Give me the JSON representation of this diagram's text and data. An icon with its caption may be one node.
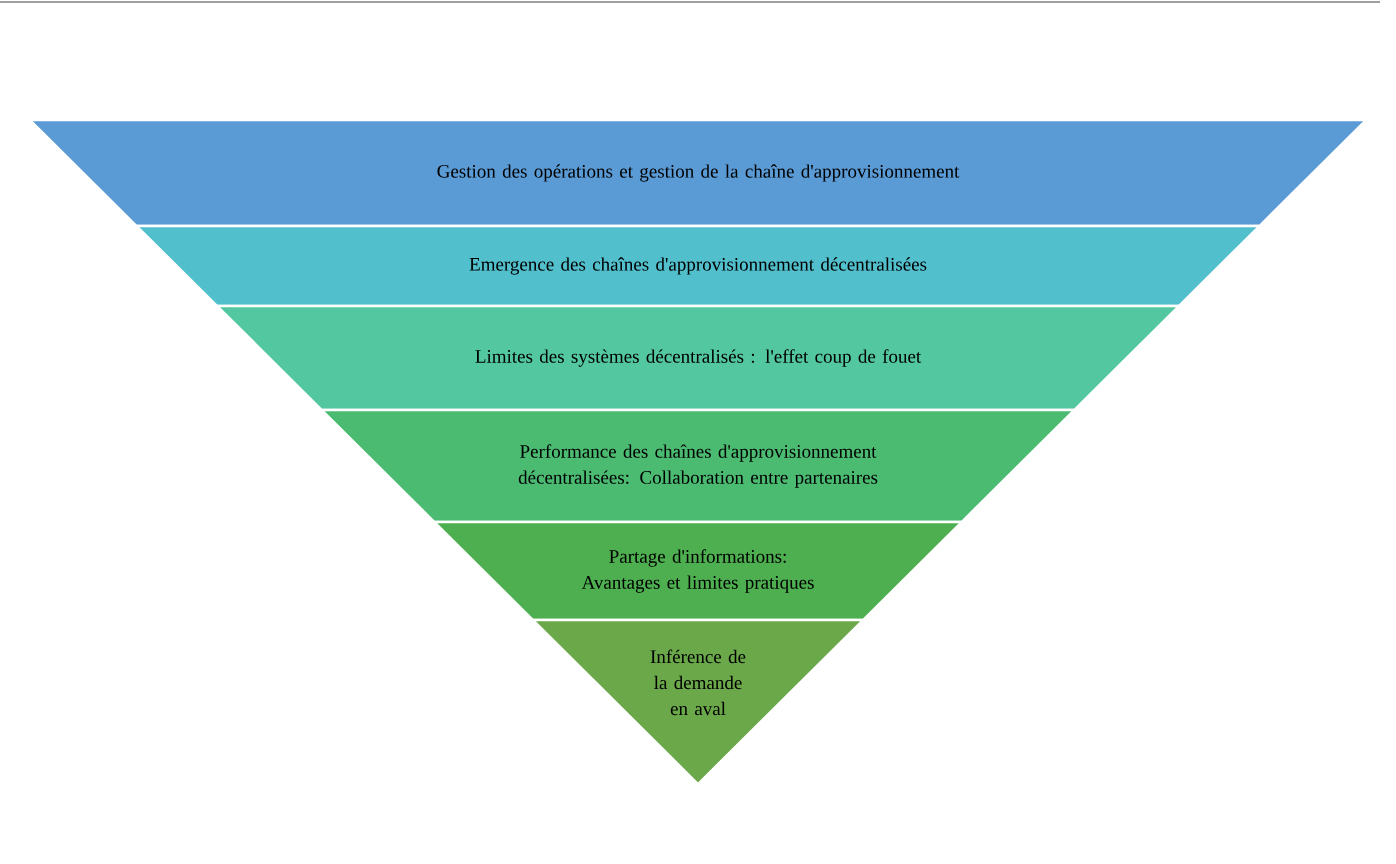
{
  "diagram": {
    "nodes": [
      {
        "text": [
          "Gestion des opérations et gestion de la chaîne d'approvisionnement"
        ]
      },
      {
        "text": [
          "Emergence des chaînes d'approvisionnement décentralisées"
        ]
      },
      {
        "text": [
          "Limites des systèmes décentralisés : l'effet coup de fouet"
        ]
      },
      {
        "text": [
          "Performance des chaînes d'approvisionnement décentralisées: Collaboration entre partenaires"
        ]
      },
      {
        "text": [
          "Partage d'informations: Avantages et limites pratiques"
        ]
      },
      {
        "text": [
          "Inférence de la demande en aval"
        ]
      }
    ]
  }
}
